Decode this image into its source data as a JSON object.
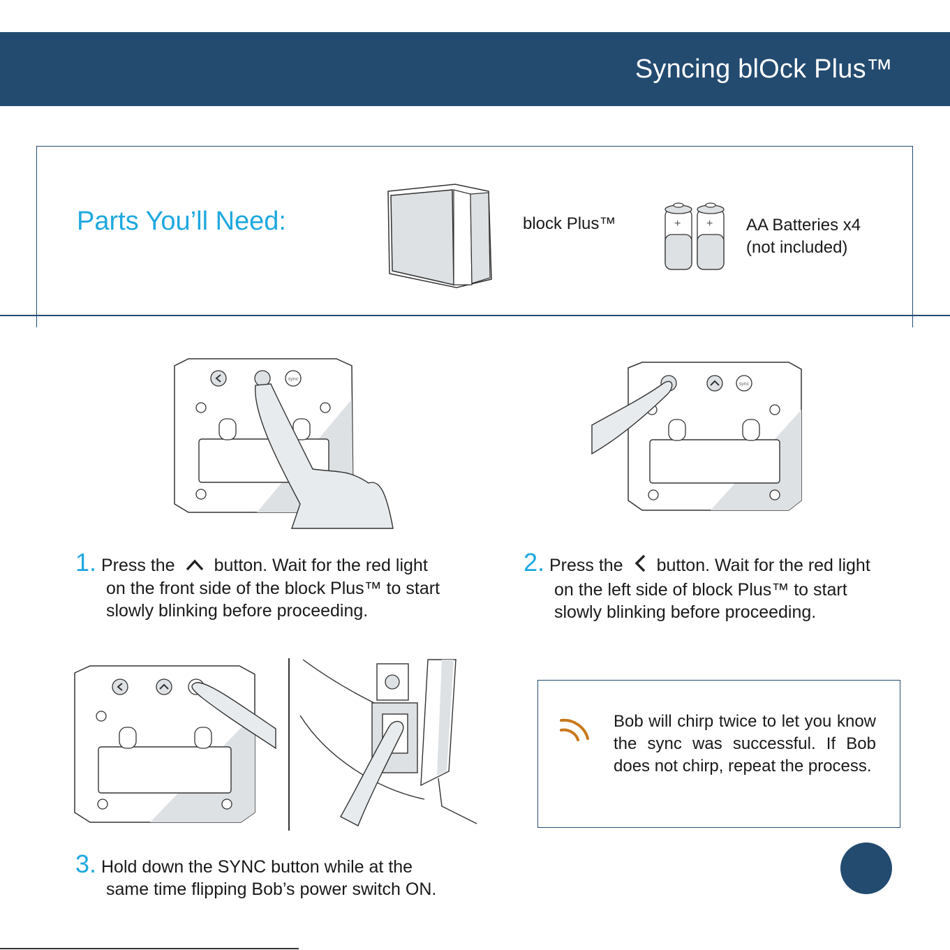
{
  "header": {
    "title": "Syncing blOck Plus™"
  },
  "parts": {
    "title": "Parts You’ll Need:",
    "block_label": "block Plus™",
    "battery_label_line1": "AA Batteries x4",
    "battery_label_line2": "(not included)"
  },
  "steps": [
    {
      "number": "1.",
      "before_icon": "Press the",
      "icon": "chevron-up-icon",
      "after_icon": "button. Wait for the red light",
      "line2": "on the front side of the block Plus™ to start",
      "line3": "slowly blinking before proceeding."
    },
    {
      "number": "2.",
      "before_icon": "Press the",
      "icon": "chevron-left-icon",
      "after_icon": "button. Wait for the red light",
      "line2": "on the left side of block Plus™ to start",
      "line3": "slowly blinking before proceeding."
    },
    {
      "number": "3.",
      "line1": "Hold down the SYNC button while at the",
      "line2": "same time flipping Bob’s power switch ON."
    }
  ],
  "device_labels": {
    "sync": "sync"
  },
  "chirp_note": {
    "icon": "sound-waves-icon",
    "text": "Bob will chirp twice to let you know the sync was successful. If Bob does not chirp, repeat the process."
  },
  "colors": {
    "navy": "#234b70",
    "accent_blue": "#1ea8e0",
    "chirp_orange": "#c8781a",
    "device_fill": "#dde1e4"
  }
}
